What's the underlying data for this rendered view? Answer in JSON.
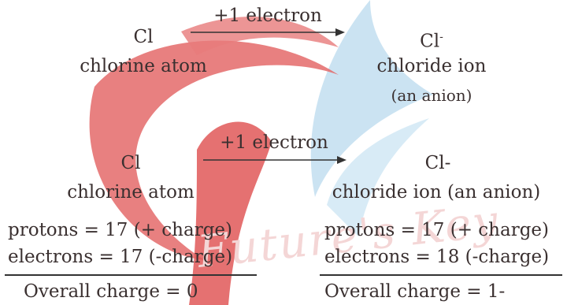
{
  "watermark_text": "Future's Key",
  "colors": {
    "watermark_red": "#e46a6a",
    "watermark_blue": "#b9d9ee",
    "text": "#3a3030"
  },
  "top": {
    "left_symbol": "Cl",
    "left_label": "chlorine atom",
    "arrow_label": "+1 electron",
    "right_symbol": "Cl",
    "right_superscript": "-",
    "right_label": "chloride ion",
    "right_sublabel": "(an anion)"
  },
  "bottom": {
    "left_symbol": "Cl",
    "left_label": "chlorine atom",
    "arrow_label": "+1 electron",
    "right_symbol": "Cl-",
    "right_label": "chloride ion (an anion)",
    "left_protons": "protons = 17 (+ charge)",
    "left_electrons": "electrons = 17 (-charge)",
    "left_overall": "Overall charge = 0",
    "right_protons": "protons = 17 (+ charge)",
    "right_electrons": "electrons = 18 (-charge)",
    "right_overall": "Overall charge = 1-"
  }
}
